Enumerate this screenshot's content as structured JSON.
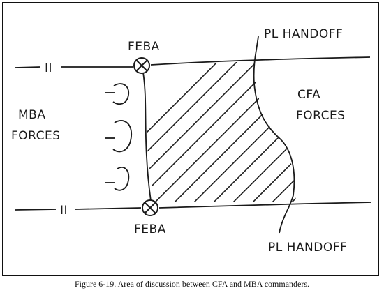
{
  "figure": {
    "caption": "Figure 6-19. Area of discussion between CFA and MBA commanders.",
    "labels": {
      "feba_top": "FEBA",
      "feba_bottom": "FEBA",
      "pl_handoff_top": "PL HANDOFF",
      "pl_handoff_bottom": "PL HANDOFF",
      "mba_line1": "MBA",
      "mba_line2": "FORCES",
      "cfa_line1": "CFA",
      "cfa_line2": "FORCES",
      "boundary_mark_top": "II",
      "boundary_mark_bottom": "II"
    },
    "unit_symbol_count": 3,
    "ink_color": "#1a1a1a"
  }
}
